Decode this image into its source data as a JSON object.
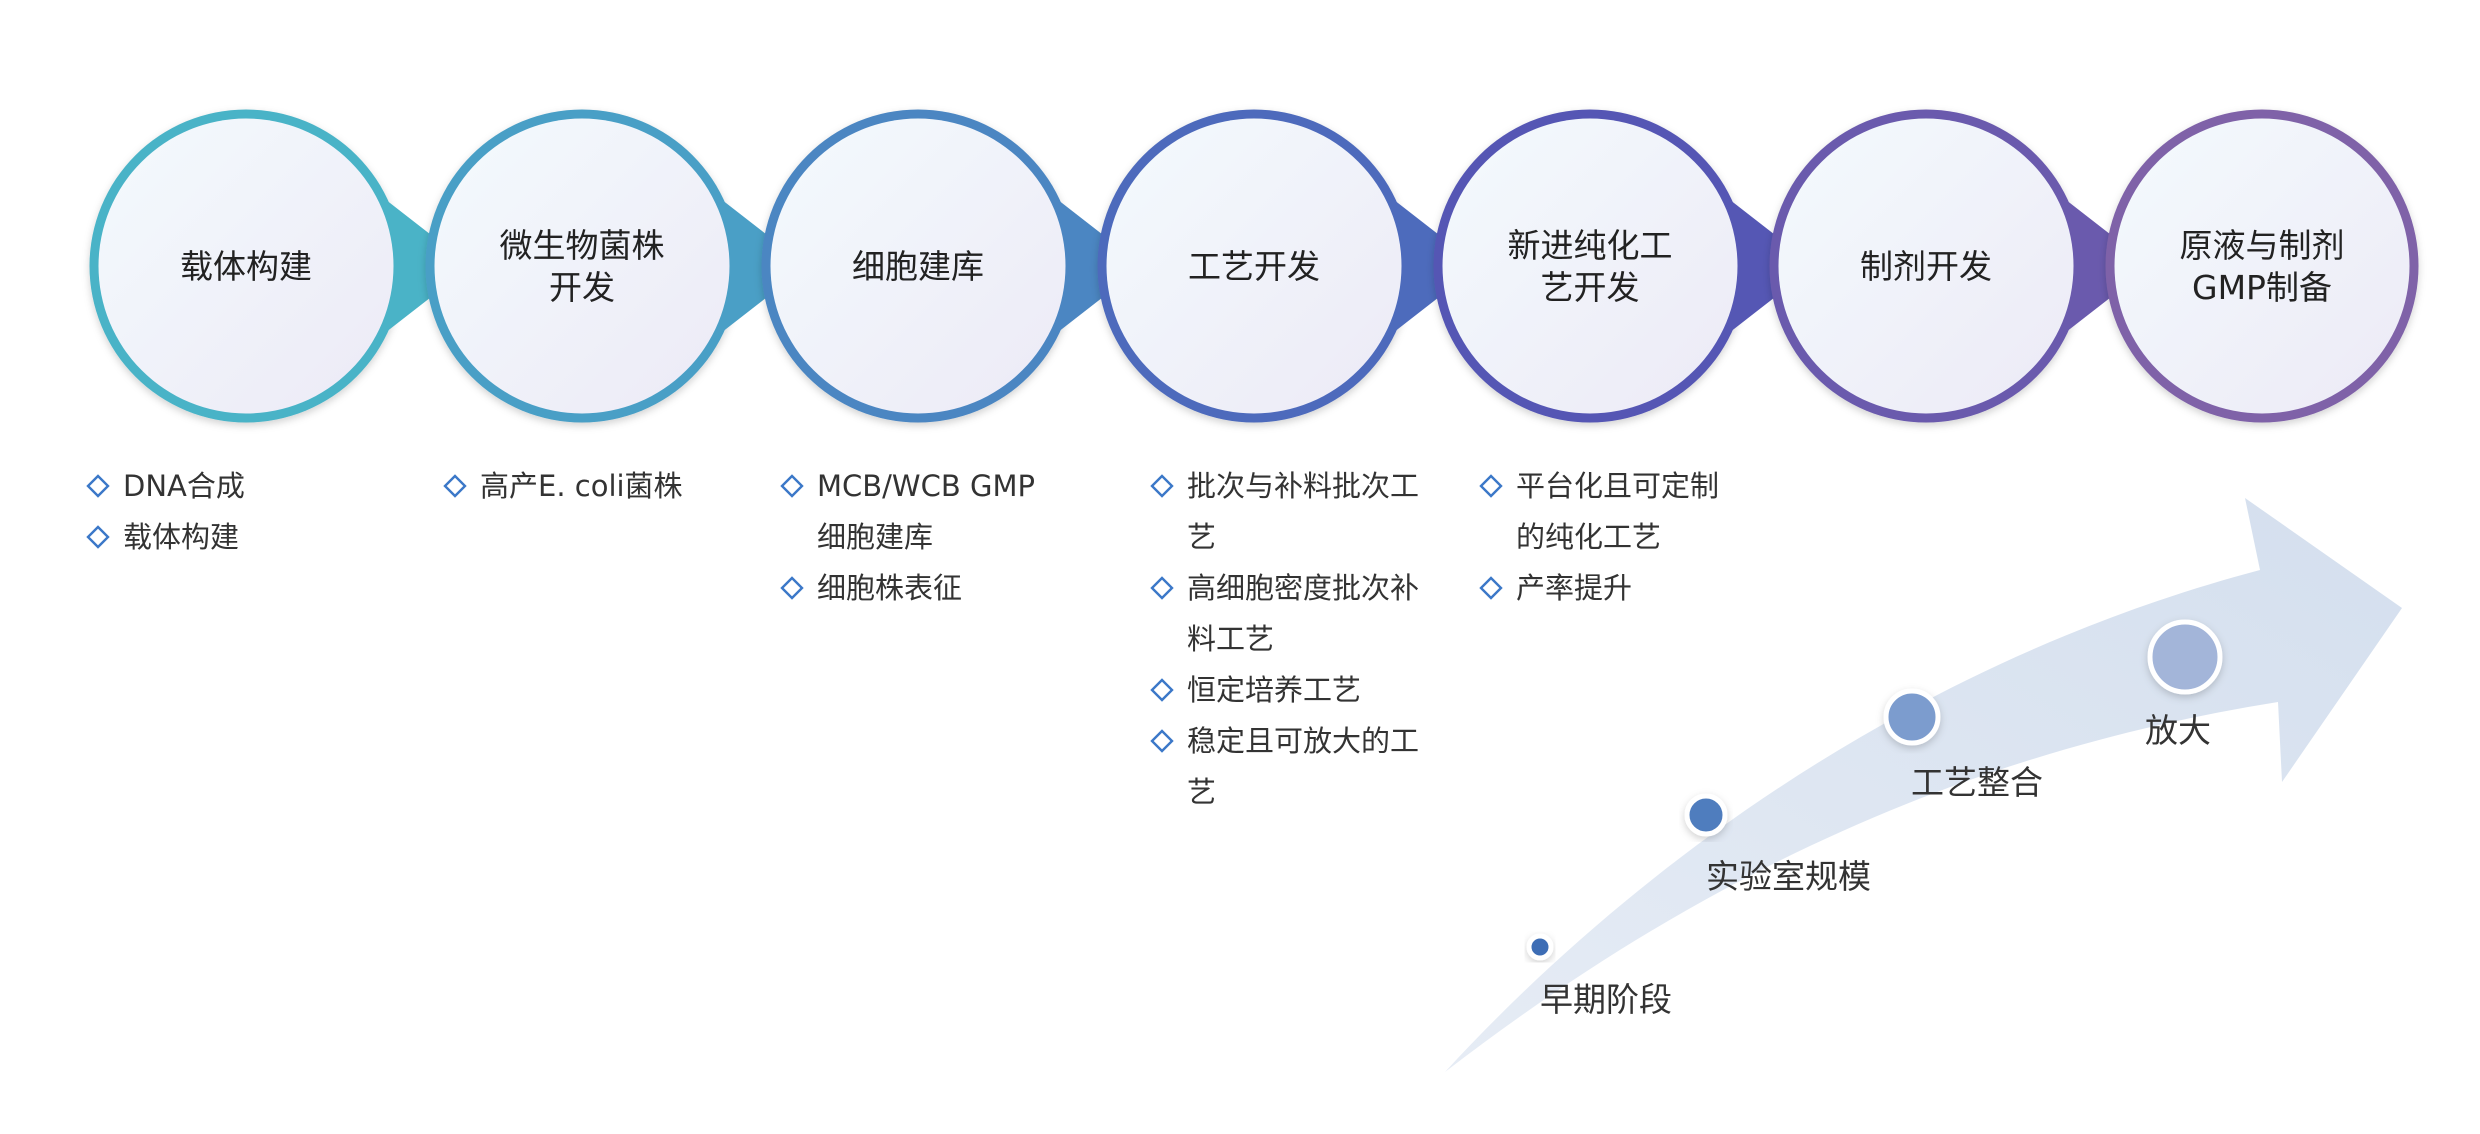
{
  "stages": [
    {
      "lines": [
        "载体构建"
      ],
      "color": "#4ab3c7",
      "bullets": [
        [
          "DNA合成"
        ],
        [
          "载体构建"
        ]
      ]
    },
    {
      "lines": [
        "微生物菌株",
        "开发"
      ],
      "color": "#4a9fc6",
      "bullets": [
        [
          "高产E. coli菌株"
        ]
      ]
    },
    {
      "lines": [
        "细胞建库"
      ],
      "color": "#4b86c2",
      "bullets": [
        [
          "MCB/WCB GMP",
          "细胞建库"
        ],
        [
          "细胞株表征"
        ]
      ]
    },
    {
      "lines": [
        "工艺开发"
      ],
      "color": "#4d6bbc",
      "bullets": [
        [
          "批次与补料批次工",
          "艺"
        ],
        [
          "高细胞密度批次补",
          "料工艺"
        ],
        [
          "恒定培养工艺"
        ],
        [
          "稳定且可放大的工",
          "艺"
        ]
      ]
    },
    {
      "lines": [
        "新进纯化工",
        "艺开发"
      ],
      "color": "#5557b4",
      "bullets": [
        [
          "平台化且可定制",
          "的纯化工艺"
        ],
        [
          "产率提升"
        ]
      ]
    },
    {
      "lines": [
        "制剂开发"
      ],
      "color": "#6a5aad",
      "bullets": []
    },
    {
      "lines": [
        "原液与制剂",
        "GMP制备"
      ],
      "color": "#7f62a8",
      "bullets": []
    }
  ],
  "scale_levels": [
    {
      "label": "早期阶段",
      "color": "#3d6db5"
    },
    {
      "label": "实验室规模",
      "color": "#4f7dbe"
    },
    {
      "label": "工艺整合",
      "color": "#7b9cce"
    },
    {
      "label": "放大",
      "color": "#a3b5d9"
    }
  ],
  "colors": {
    "bullet": "#3b78c8",
    "circle_fill_start": "#f4fafd",
    "circle_fill_end": "#eceaf6",
    "arrow_fill": "#d8e2ef"
  }
}
